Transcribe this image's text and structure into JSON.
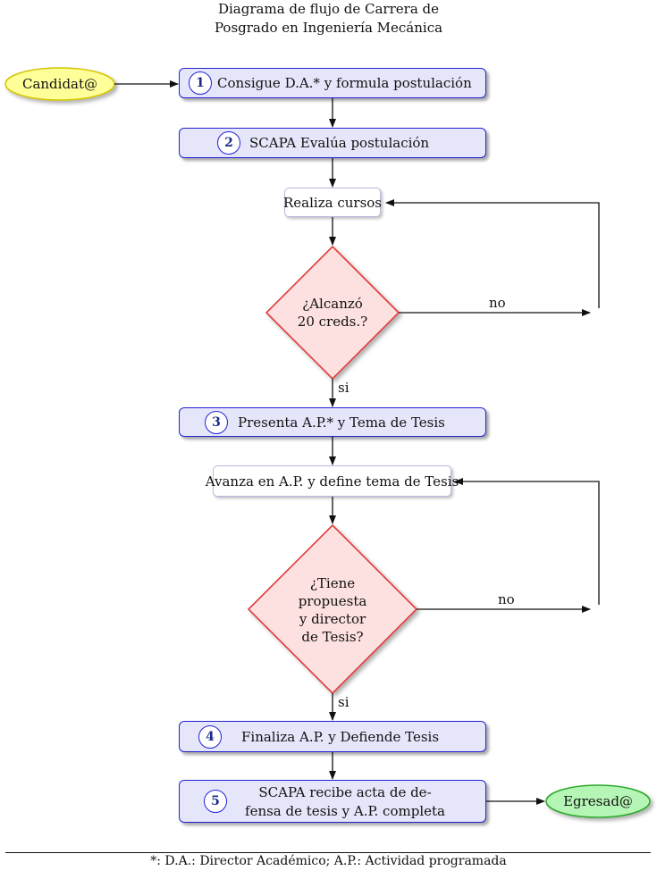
{
  "title": {
    "line1": "Diagrama de flujo de Carrera de",
    "line2": "Posgrado en Ingeniería Mecánica"
  },
  "start": {
    "label": "Candidat@"
  },
  "end": {
    "label": "Egresad@"
  },
  "steps": [
    {
      "number": "1",
      "label": "Consigue D.A.* y formula postulación"
    },
    {
      "number": "2",
      "label": "SCAPA Evalúa postulación"
    },
    {
      "number": "3",
      "label": "Presenta A.P.* y Tema de Tesis"
    },
    {
      "number": "4",
      "label": "Finaliza A.P. y Defiende Tesis"
    },
    {
      "number": "5",
      "line1": "SCAPA recibe acta de de-",
      "line2": "fensa de tesis y A.P. completa"
    }
  ],
  "processes": {
    "courses": "Realiza cursos",
    "advance": "Avanza en A.P. y define tema de Tesis"
  },
  "decisions": {
    "credits": {
      "line1": "¿Alcanzó",
      "line2": "20 creds.?"
    },
    "thesis": {
      "line1": "¿Tiene",
      "line2": "propuesta",
      "line3": "y director",
      "line4": "de Tesis?"
    }
  },
  "edge_labels": {
    "no": "no",
    "yes": "si"
  },
  "footnote": "*:  D.A.:  Director Académico; A.P.:  Actividad programada",
  "colors": {
    "step_fill": "#e6e6fb",
    "step_border": "#2323d6",
    "decision_fill": "#fde0e0",
    "decision_border": "#e03c3c",
    "start_fill": "#ffff99",
    "end_fill": "#b5f5b5"
  }
}
